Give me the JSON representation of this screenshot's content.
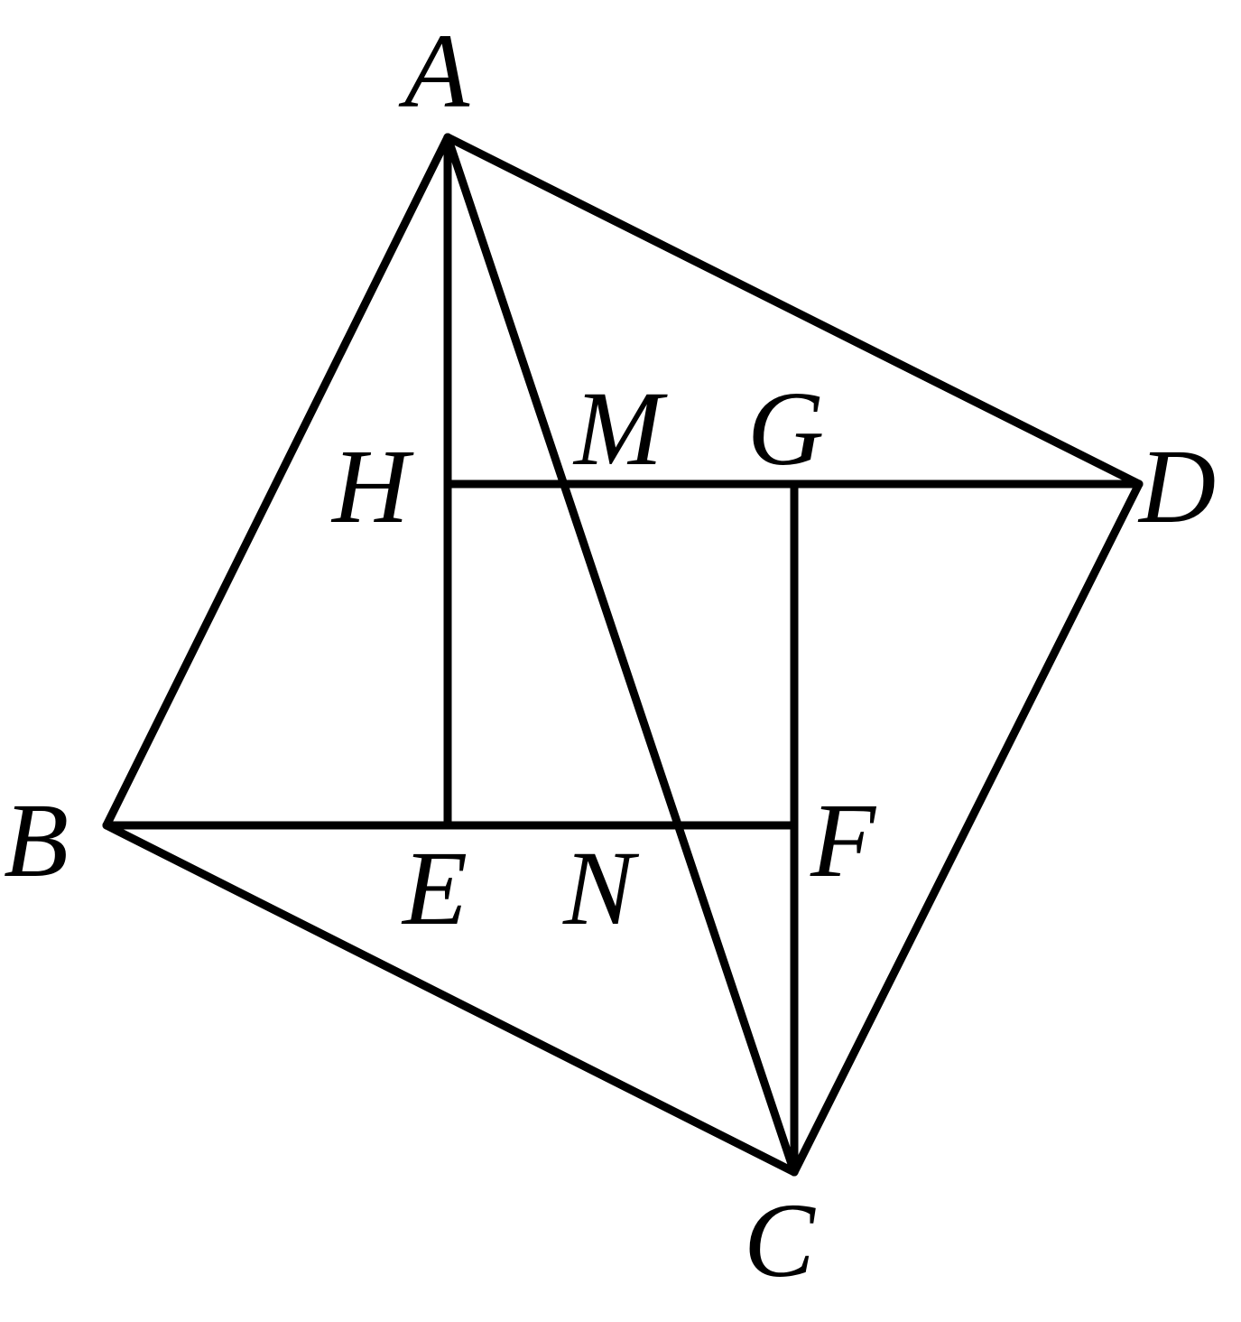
{
  "figure": {
    "points": [
      {
        "id": "A",
        "label": "A"
      },
      {
        "id": "B",
        "label": "B"
      },
      {
        "id": "C",
        "label": "C"
      },
      {
        "id": "D",
        "label": "D"
      },
      {
        "id": "E",
        "label": "E"
      },
      {
        "id": "F",
        "label": "F"
      },
      {
        "id": "G",
        "label": "G"
      },
      {
        "id": "H",
        "label": "H"
      },
      {
        "id": "M",
        "label": "M"
      },
      {
        "id": "N",
        "label": "N"
      }
    ],
    "segments": [
      [
        "A",
        "B"
      ],
      [
        "B",
        "C"
      ],
      [
        "C",
        "D"
      ],
      [
        "D",
        "A"
      ],
      [
        "A",
        "C"
      ],
      [
        "A",
        "E"
      ],
      [
        "H",
        "D"
      ],
      [
        "B",
        "F"
      ],
      [
        "G",
        "C"
      ]
    ],
    "stroke_color": "#000000"
  }
}
